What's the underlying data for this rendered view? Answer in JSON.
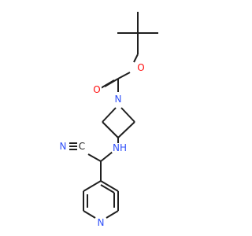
{
  "molecule": {
    "atoms": {
      "o_ether": "O",
      "o_carbonyl": "O",
      "n_azetidine": "N",
      "n_amine": "NH",
      "n_nitrile": "N",
      "c_nitrile": "C",
      "n_pyridine": "N"
    },
    "colors": {
      "bond": "#1f1f1f",
      "oxygen": "#ff0d0d",
      "nitrogen": "#3050f8",
      "carbon": "#1f1f1f"
    }
  }
}
